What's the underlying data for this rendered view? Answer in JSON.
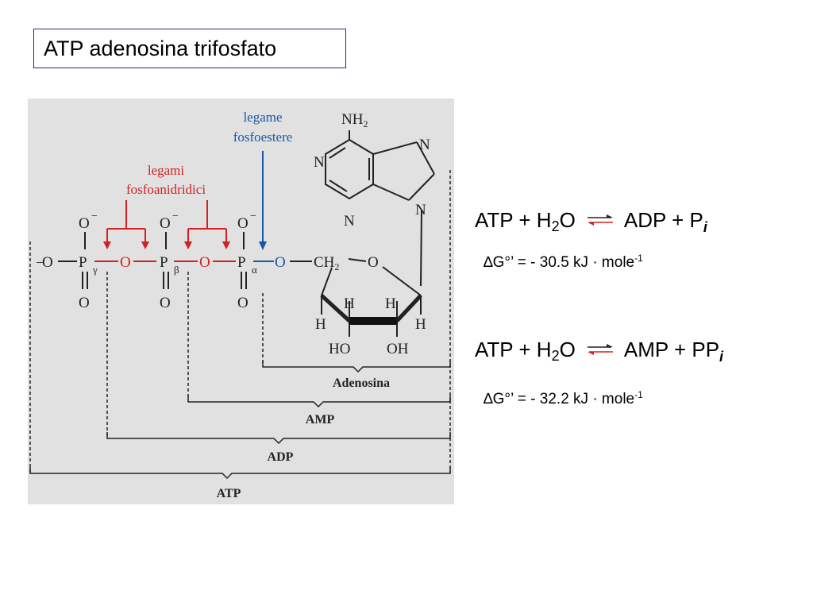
{
  "title": "ATP adenosina trifosfato",
  "figure": {
    "label_fosfoestere": [
      "legame",
      "fosfoestere"
    ],
    "label_anidridici": [
      "legami",
      "fosfoanidridici"
    ],
    "nh2": "NH",
    "nh2_sub": "2",
    "ring_N": "N",
    "o_minus": "O",
    "minus": "−",
    "atom_P": "P",
    "atom_O": "O",
    "greek": [
      "γ",
      "β",
      "α"
    ],
    "ch2": "CH",
    "ch2_sub": "2",
    "atom_H": "H",
    "ho": "HO",
    "oh": "OH",
    "brackets": [
      "Adenosina",
      "AMP",
      "ADP",
      "ATP"
    ]
  },
  "equations": [
    {
      "left": "ATP + H",
      "sub": "2",
      "left_tail": "O",
      "right": "ADP + P",
      "right_sub": "i",
      "dg": "∆G°’ = - 30.5 kJ · mole",
      "dg_sup": "-1"
    },
    {
      "left": "ATP + H",
      "sub": "2",
      "left_tail": "O",
      "right": "AMP + PP",
      "right_sub": "i",
      "dg": "∆G°’ = - 32.2 kJ · mole",
      "dg_sup": "-1"
    }
  ],
  "colors": {
    "red": "#d42020",
    "blue": "#1a56a8",
    "title_border": "#1f2d6e",
    "figure_bg": "#e1e1e1"
  }
}
